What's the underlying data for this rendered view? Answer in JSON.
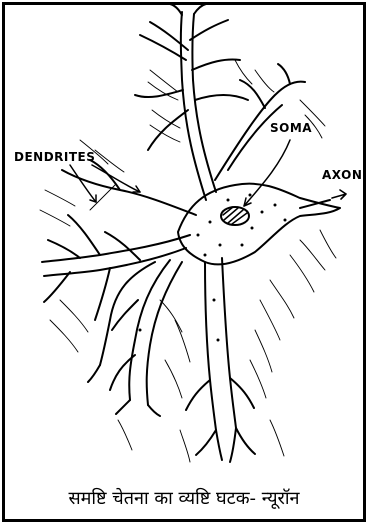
{
  "labels": {
    "dendrites": "DENDRITES",
    "soma": "SOMA",
    "axon": "AXON"
  },
  "caption": "समष्टि चेतना का व्यष्टि घटक- न्यूरॉन",
  "colors": {
    "ink": "#000000",
    "paper": "#ffffff"
  }
}
